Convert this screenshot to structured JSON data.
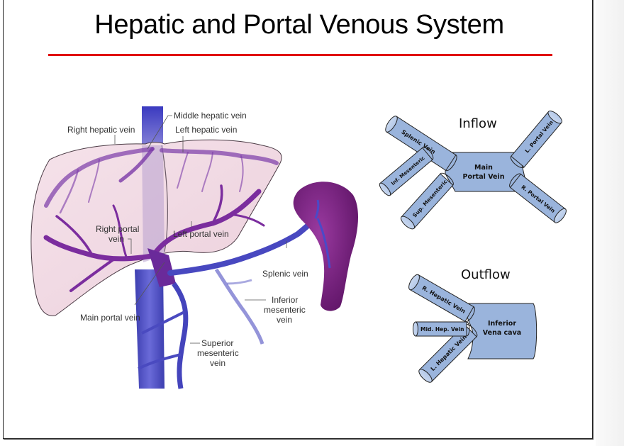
{
  "slide": {
    "title": "Hepatic and Portal Venous System",
    "accent_rule_color": "#e00000"
  },
  "illustration": {
    "labels": {
      "middle_hepatic_vein": "Middle hepatic vein",
      "right_hepatic_vein": "Right hepatic vein",
      "left_hepatic_vein": "Left hepatic vein",
      "right_portal_vein_line1": "Right portal",
      "right_portal_vein_line2": "vein",
      "left_portal_vein": "Left portal vein",
      "splenic_vein": "Splenic vein",
      "main_portal_vein": "Main portal vein",
      "inferior_mesenteric_line1": "Inferior",
      "inferior_mesenteric_line2": "mesenteric",
      "inferior_mesenteric_line3": "vein",
      "superior_mesenteric_line1": "Superior",
      "superior_mesenteric_line2": "mesenteric",
      "superior_mesenteric_line3": "vein"
    },
    "colors": {
      "liver": "#f3dce6",
      "vein_purple": "#7b2d9e",
      "ivc_blue": "#4a4fc4",
      "spleen": "#7a2080"
    }
  },
  "inflow": {
    "heading": "Inflow",
    "center_line1": "Main",
    "center_line2": "Portal Vein",
    "branches": {
      "splenic": "Splenic Vein",
      "inf_mesenteric": "Inf. Mesenteric",
      "sup_mesenteric": "Sup. Mesenteric",
      "l_portal": "L. Portal Vein",
      "r_portal": "R. Portal Vein"
    },
    "fill_color": "#9ab4dc"
  },
  "outflow": {
    "heading": "Outflow",
    "center_line1": "Inferior",
    "center_line2": "Vena cava",
    "branches": {
      "r_hepatic": "R. Hepatic Vein",
      "mid_hepatic": "Mid. Hep. Vein",
      "l_hepatic": "L. Hepatic Vein"
    },
    "fill_color": "#9ab4dc"
  }
}
